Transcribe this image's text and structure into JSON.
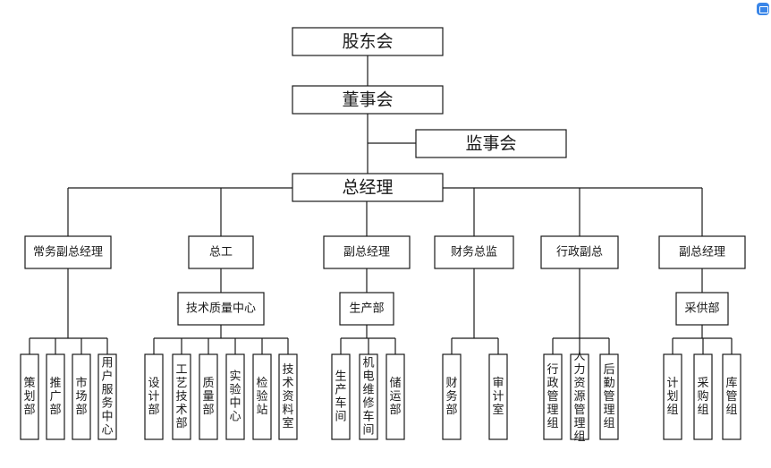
{
  "org": {
    "shareholders": "股东会",
    "board": "董事会",
    "supervisors": "监事会",
    "gm": "总经理",
    "managers": [
      {
        "title": "常务副总经理",
        "units": [
          "策划部",
          "推广部",
          "市场部",
          "用户服务中心"
        ]
      },
      {
        "title": "总工",
        "sub": "技术质量中心",
        "units": [
          "设计部",
          "工艺技术部",
          "质量部",
          "实验中心",
          "检验站",
          "技术资料室"
        ]
      },
      {
        "title": "副总经理",
        "sub": "生产部",
        "units": [
          "生产车间",
          "机电维修车间",
          "储运部"
        ]
      },
      {
        "title": "财务总监",
        "units": [
          "财务部",
          "审计室"
        ]
      },
      {
        "title": "行政副总",
        "units": [
          "行政管理组",
          "人力资源管理组",
          "后勤管理组"
        ]
      },
      {
        "title": "副总经理",
        "sub": "采供部",
        "units": [
          "计划组",
          "采购组",
          "库管组"
        ]
      }
    ]
  },
  "colors": {
    "line": "#1a1a1a",
    "box_fill": "#ffffff",
    "corner_icon": "#3a86e8"
  }
}
